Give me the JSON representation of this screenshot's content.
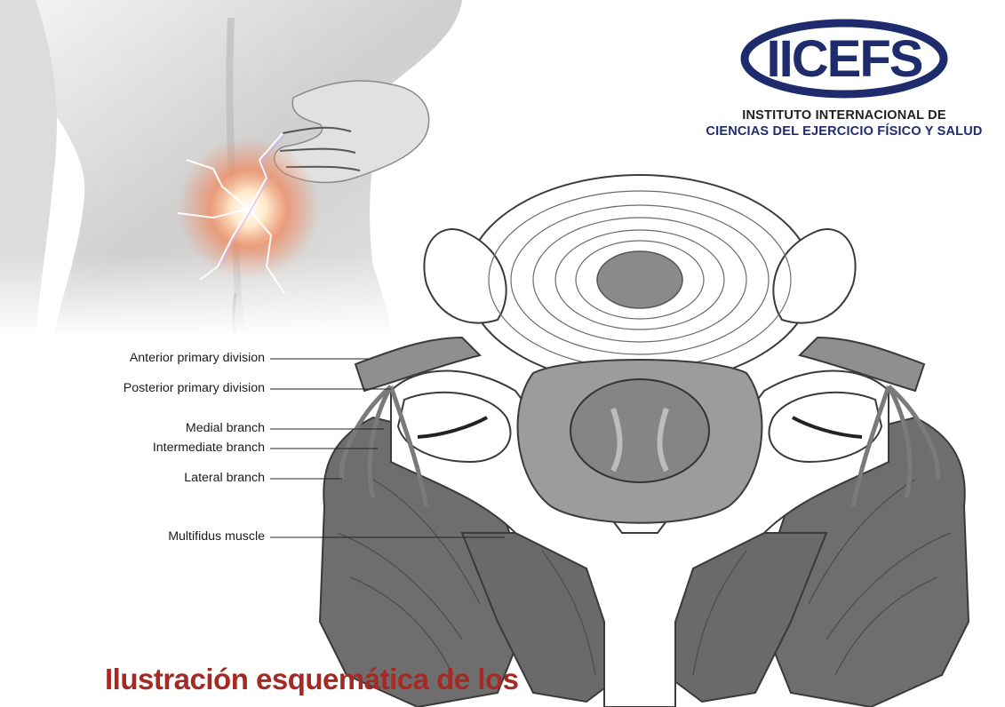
{
  "logo": {
    "mark": "IICEFS",
    "line1": "INSTITUTO INTERNACIONAL DE",
    "line2": "CIENCIAS DEL EJERCICIO FÍSICO Y SALUD"
  },
  "labels": [
    "Anterior primary division",
    "Posterior primary division",
    "Medial branch",
    "Intermediate branch",
    "Lateral branch",
    "Multifidus muscle"
  ],
  "caption": "Ilustración esquemática de los",
  "colors": {
    "caption": "#a52a24",
    "logo_navy": "#1e2c6e",
    "muscle": "#707070",
    "bone_outline": "#3a3a3a"
  }
}
